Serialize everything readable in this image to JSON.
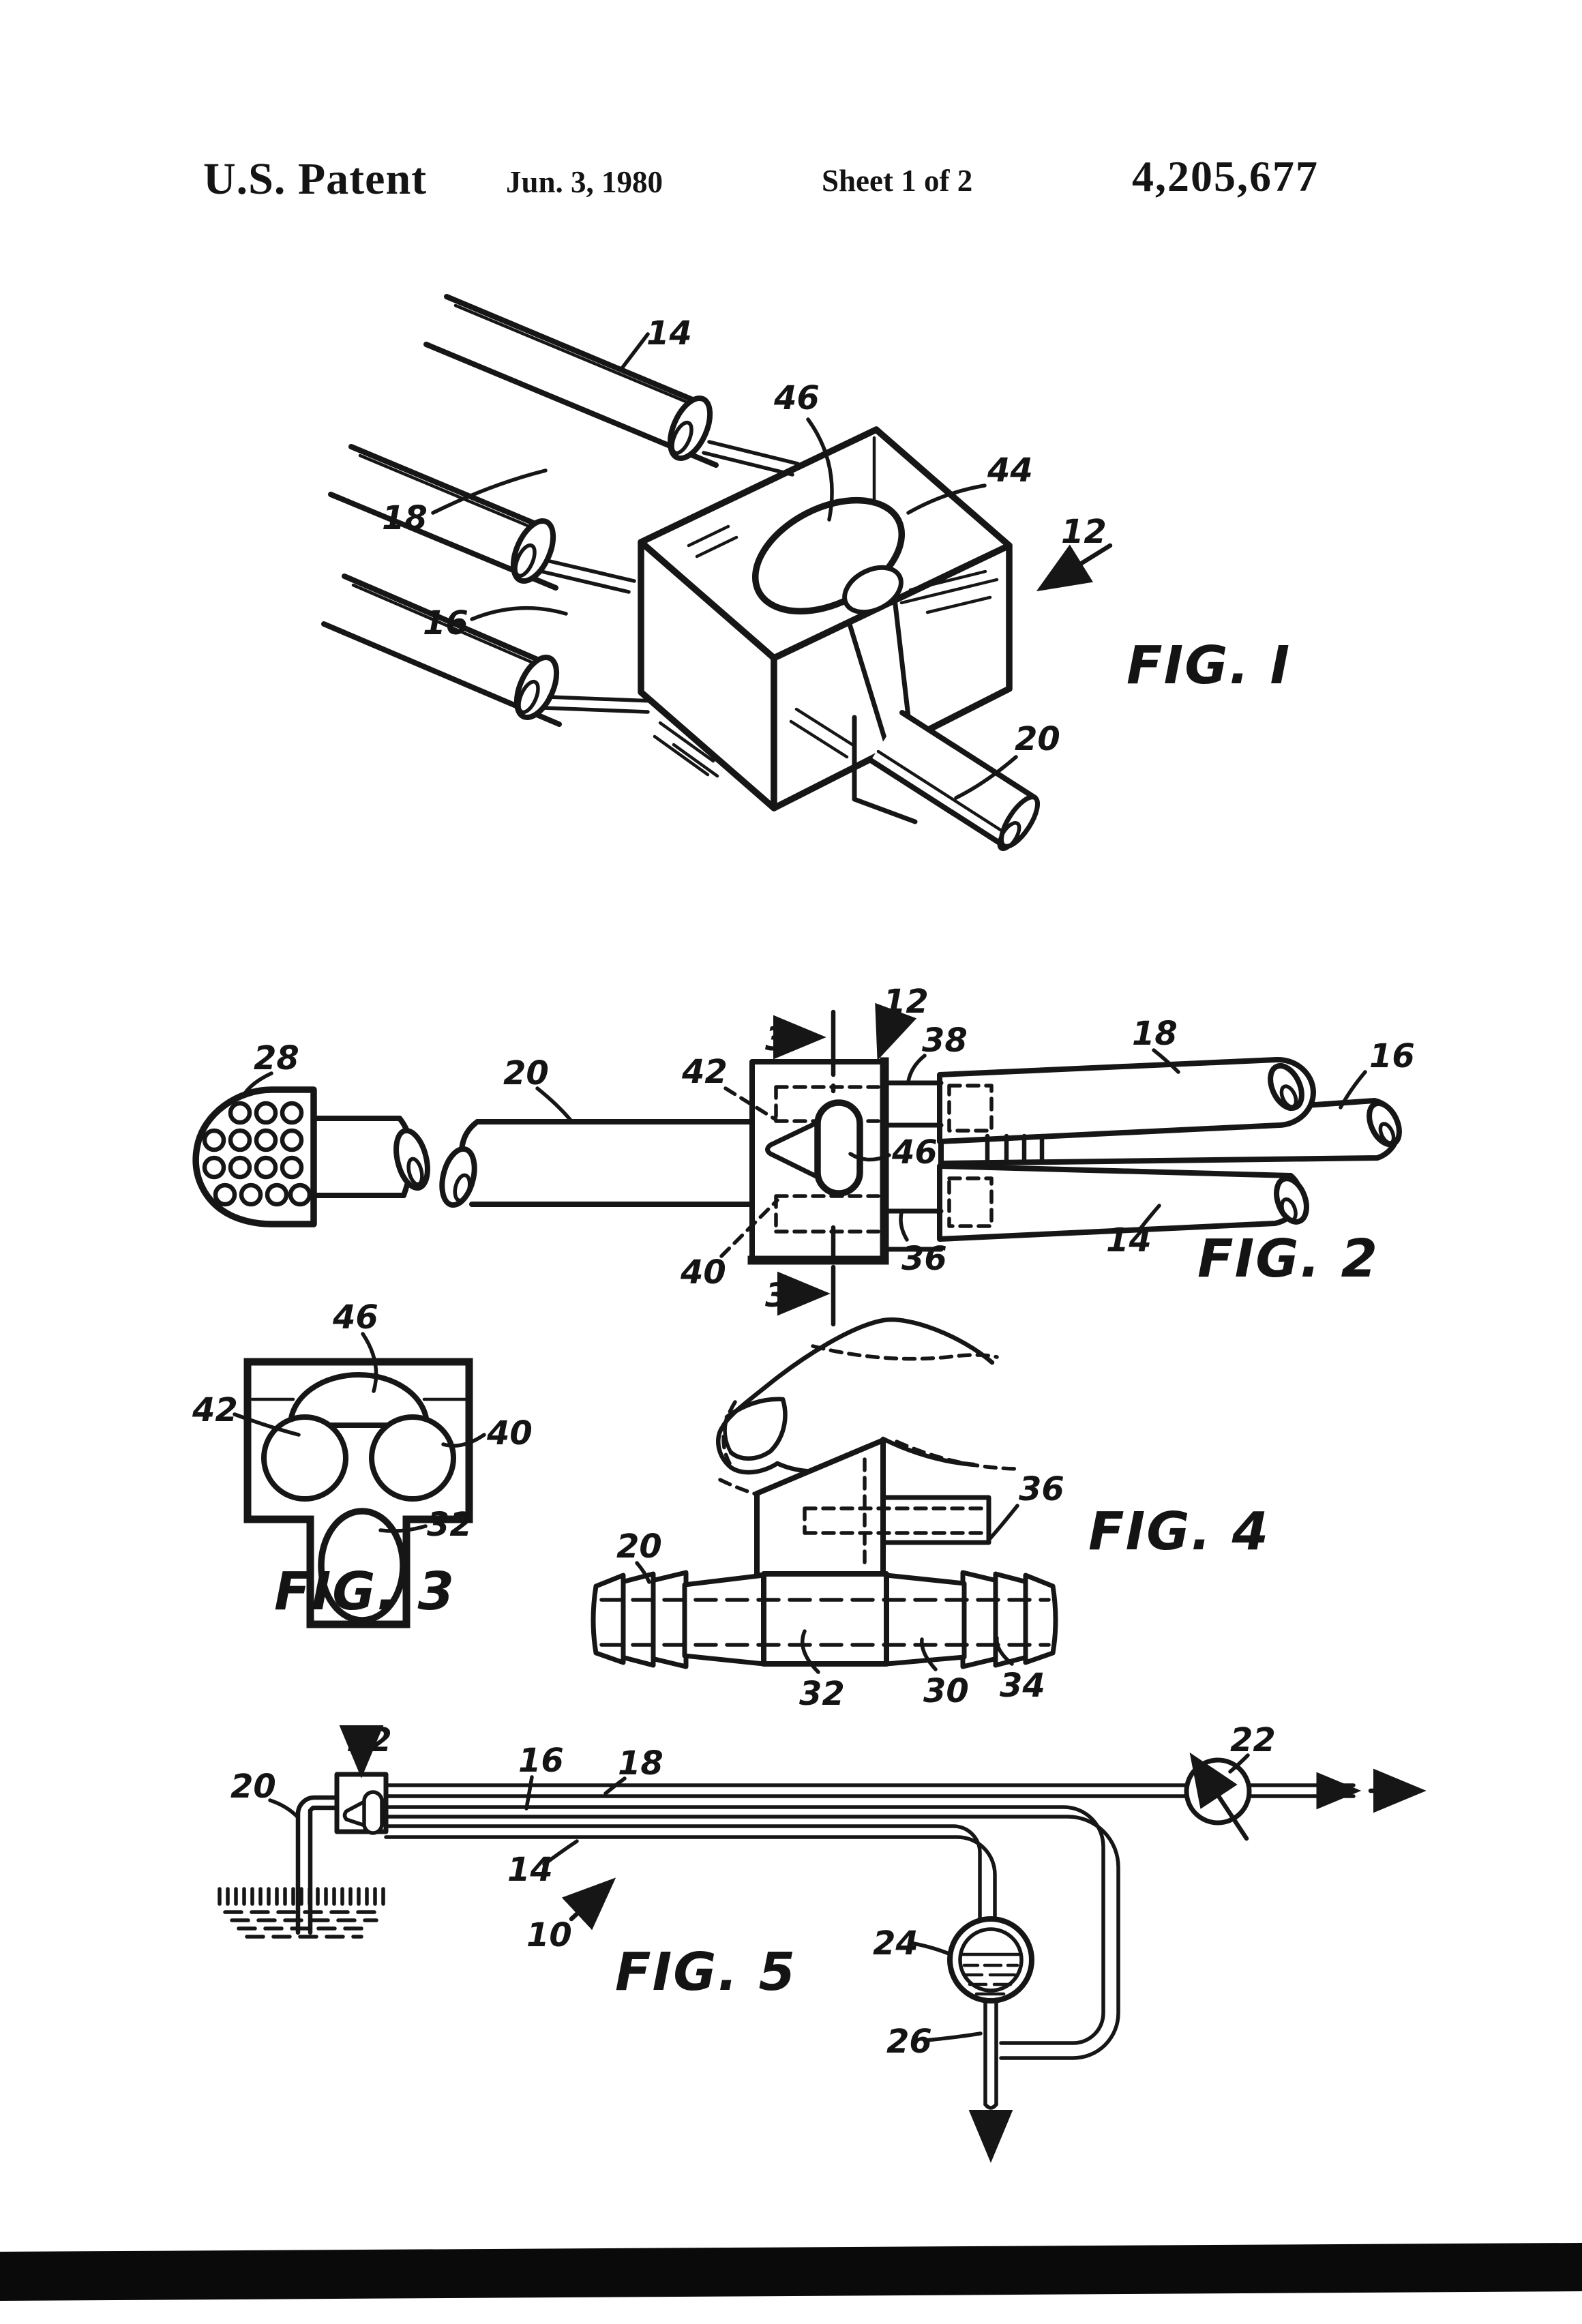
{
  "header": {
    "patent_label": "U.S. Patent",
    "date": "Jun. 3, 1980",
    "sheet": "Sheet 1 of 2",
    "patent_number": "4,205,677"
  },
  "figures": {
    "fig1": {
      "caption": "FIG. I",
      "refs": {
        "r12": "12",
        "r14": "14",
        "r16": "16",
        "r18": "18",
        "r20": "20",
        "r44": "44",
        "r46": "46"
      }
    },
    "fig2": {
      "caption": "FIG. 2",
      "refs": {
        "section_top": "3",
        "section_bottom": "3",
        "r12": "12",
        "r14": "14",
        "r16": "16",
        "r18": "18",
        "r20": "20",
        "r28": "28",
        "r36": "36",
        "r38": "38",
        "r40": "40",
        "r42": "42",
        "r46": "46"
      }
    },
    "fig3": {
      "caption": "FIG. 3",
      "refs": {
        "r32": "32",
        "r40": "40",
        "r42": "42",
        "r46": "46"
      }
    },
    "fig4": {
      "caption": "FIG. 4",
      "refs": {
        "r20": "20",
        "r30": "30",
        "r32": "32",
        "r34": "34",
        "r36": "36"
      }
    },
    "fig5": {
      "caption": "FIG. 5",
      "refs": {
        "r10": "10",
        "r12": "12",
        "r14": "14",
        "r16": "16",
        "r18": "18",
        "r20": "20",
        "r22": "22",
        "r24": "24",
        "r26": "26"
      }
    }
  },
  "colors": {
    "ink": "#161616",
    "paper": "#ffffff",
    "footer_bar": "#0a0a0a"
  }
}
